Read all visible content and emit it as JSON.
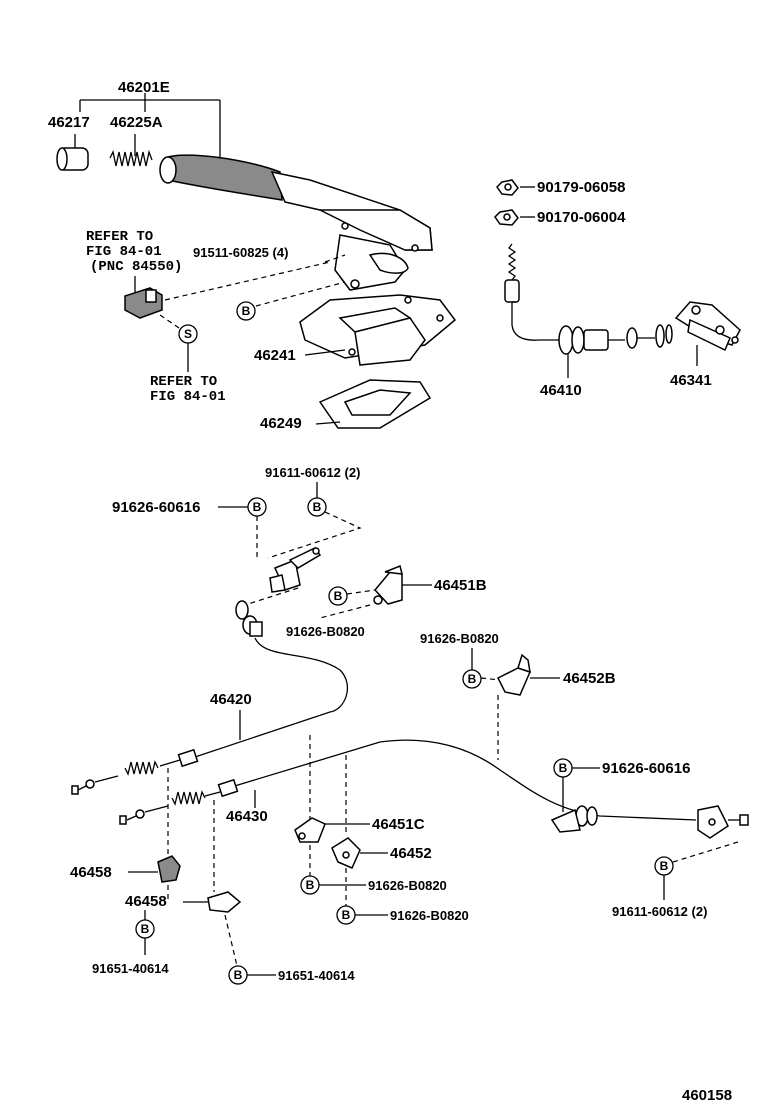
{
  "diagram": {
    "figure_number": "460158",
    "parts": {
      "p46201E": "46201E",
      "p46217": "46217",
      "p46225A": "46225A",
      "p91511": "91511-60825 (4)",
      "p46241": "46241",
      "p46249": "46249",
      "p90179": "90179-06058",
      "p90170": "90170-06004",
      "p46410": "46410",
      "p46341": "46341",
      "p91611_top": "91611-60612 (2)",
      "p91626_60616_left": "91626-60616",
      "p46451B": "46451B",
      "p91626_B0820_a": "91626-B0820",
      "p91626_B0820_b": "91626-B0820",
      "p46452B": "46452B",
      "p46420": "46420",
      "p46430": "46430",
      "p91626_60616_right": "91626-60616",
      "p46451C": "46451C",
      "p46452": "46452",
      "p91626_B0820_c": "91626-B0820",
      "p91626_B0820_d": "91626-B0820",
      "p46458_a": "46458",
      "p46458_b": "46458",
      "p91651_a": "91651-40614",
      "p91651_b": "91651-40614",
      "p91611_right": "91611-60612 (2)"
    },
    "refer": {
      "line1": "REFER TO",
      "line2": "FIG 84-01",
      "line3": "(PNC 84550)",
      "line4": "REFER TO",
      "line5": "FIG 84-01"
    },
    "badges": {
      "b": "B",
      "s": "S"
    }
  }
}
